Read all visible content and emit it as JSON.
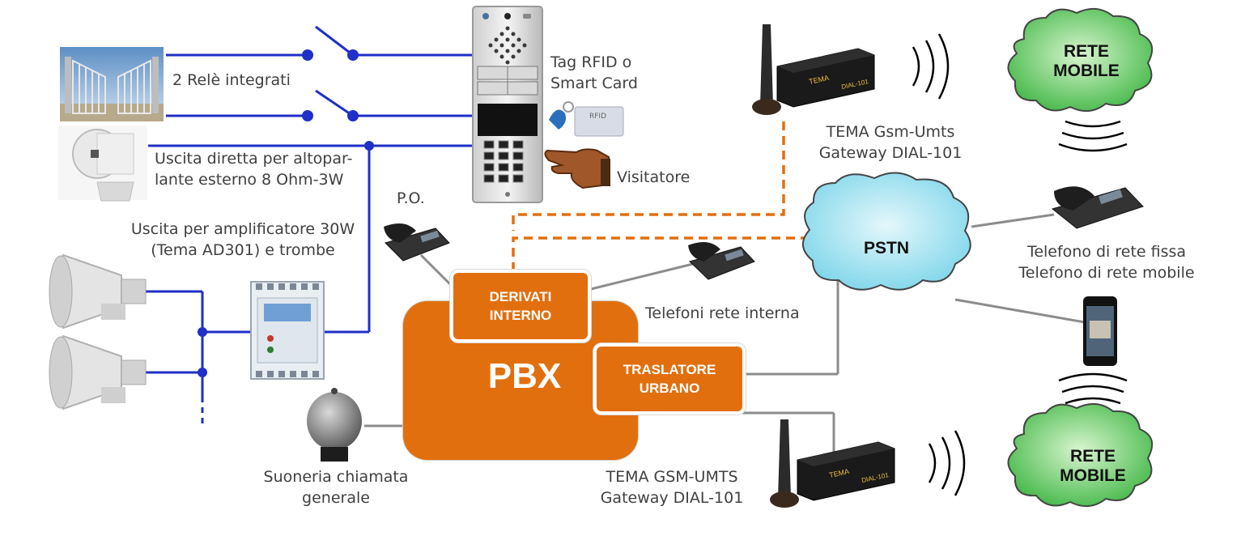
{
  "labels": {
    "relays": "2 Relè integrati",
    "rfid_line1": "Tag RFID o",
    "rfid_line2": "Smart Card",
    "visitor": "Visitatore",
    "speaker_line1": "Uscita diretta per altopar-",
    "speaker_line2": "lante esterno 8 Ohm-3W",
    "amp_line1": "Uscita per amplificatore 30W",
    "amp_line2": "(Tema AD301) e trombe",
    "po": "P.O.",
    "internal_phones": "Telefoni rete interna",
    "gsm_top_line1": "TEMA Gsm-Umts",
    "gsm_top_line2": "Gateway DIAL-101",
    "gsm_bottom_line1": "TEMA GSM-UMTS",
    "gsm_bottom_line2": "Gateway DIAL-101",
    "landline_line1": "Telefono di rete fissa",
    "landline_line2": "Telefono di rete mobile",
    "bell_line1": "Suoneria chiamata",
    "bell_line2": "generale",
    "rfid_card": "RFID"
  },
  "boxes": {
    "pbx": "PBX",
    "derivati_line1": "DERIVATI",
    "derivati_line2": "INTERNO",
    "traslatore_line1": "TRASLATORE",
    "traslatore_line2": "URBANO"
  },
  "clouds": {
    "mobile_top_line1": "RETE",
    "mobile_top_line2": "MOBILE",
    "pstn": "PSTN",
    "mobile_bottom_line1": "RETE",
    "mobile_bottom_line2": "MOBILE"
  },
  "device_text": {
    "dial_brand": "TEMA",
    "dial_model": "DIAL-101"
  },
  "colors": {
    "blue_wire": "#1f2fc8",
    "orange": "#e26f0e",
    "gray_line": "#8c8c8c",
    "mobile_cloud": "#44b848",
    "pstn_cloud": "#7fd6ea"
  }
}
